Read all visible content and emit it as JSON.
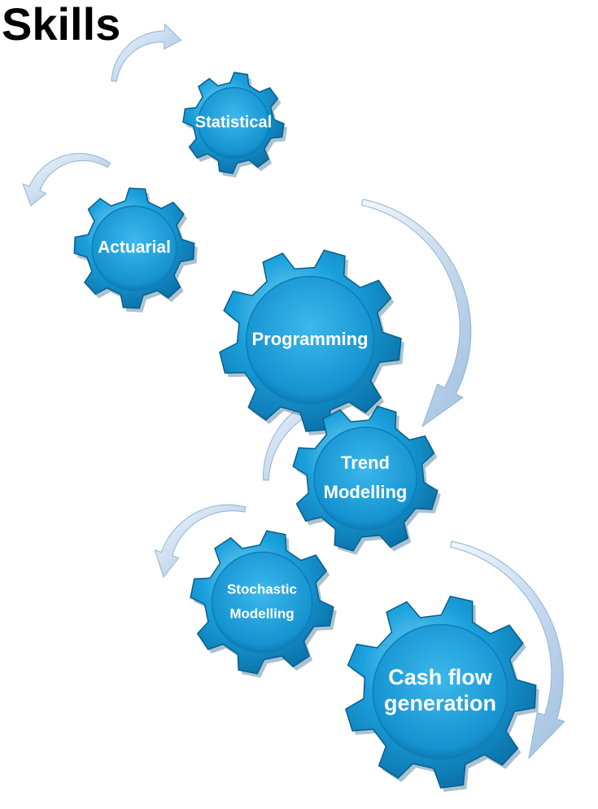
{
  "title": "Skills",
  "colors": {
    "gear_light": "#5fc7f0",
    "gear_main": "#1aa0dc",
    "gear_dark": "#0a5e8c",
    "arrow_light": "#e6f0f8",
    "arrow_dark": "#8fb4d8",
    "label": "#ffffff"
  },
  "gears": [
    {
      "id": "statistical",
      "label_lines": [
        "Statistical"
      ]
    },
    {
      "id": "actuarial",
      "label_lines": [
        "Actuarial"
      ]
    },
    {
      "id": "programming",
      "label_lines": [
        "Programming"
      ]
    },
    {
      "id": "trend-modelling",
      "label_lines": [
        "Trend",
        "Modelling"
      ]
    },
    {
      "id": "stochastic-modelling",
      "label_lines": [
        "Stochastic",
        "Modelling"
      ]
    },
    {
      "id": "cash-flow-generation",
      "label_lines": [
        "Cash flow",
        "generation"
      ]
    }
  ],
  "arrows": [
    {
      "id": "statistical-arrow",
      "direction": "clockwise"
    },
    {
      "id": "actuarial-arrow",
      "direction": "counter-clockwise"
    },
    {
      "id": "programming-arrow",
      "direction": "clockwise"
    },
    {
      "id": "trend-arrow",
      "direction": "clockwise"
    },
    {
      "id": "stochastic-arrow",
      "direction": "counter-clockwise"
    },
    {
      "id": "cashflow-arrow",
      "direction": "clockwise"
    }
  ]
}
